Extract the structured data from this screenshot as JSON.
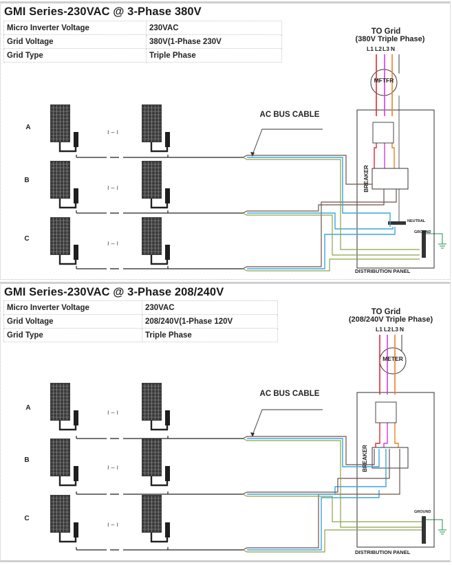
{
  "sections": [
    {
      "title": "GMI Series-230VAC @ 3-Phase 380V",
      "specs": [
        {
          "label": "Micro Inverter Voltage",
          "value": "230VAC"
        },
        {
          "label": "Grid  Voltage",
          "value": "380V(1-Phase 230V"
        },
        {
          "label": "Grid Type",
          "value": "Triple Phase"
        }
      ],
      "grid_label_line1": "TO Grid",
      "grid_label_line2": "(380V Triple Phase)",
      "phases": [
        "L1",
        "L2",
        "L3",
        "N"
      ],
      "meter_label": "MFTFR",
      "breaker_label": "BREAKER",
      "neutral_label": "NEUTRAL",
      "ground_label": "GROUND",
      "panel_label": "DISTRIBUTION PANEL",
      "bus_label": "AC BUS CABLE",
      "branches": [
        "A",
        "B",
        "C"
      ],
      "break_symbol": "≀ – ≀"
    },
    {
      "title": "GMI Series-230VAC @ 3-Phase 208/240V",
      "specs": [
        {
          "label": "Micro Inverter Voltage",
          "value": "230VAC"
        },
        {
          "label": "Grid  Voltage",
          "value": "208/240V(1-Phase 120V"
        },
        {
          "label": "Grid Type",
          "value": "Triple Phase"
        }
      ],
      "grid_label_line1": "TO Grid",
      "grid_label_line2": "(208/240V Triple Phase)",
      "phases": [
        "L1",
        "L2",
        "L3",
        "N"
      ],
      "meter_label": "METER",
      "breaker_label": "BREAKER",
      "ground_label": "GROUND",
      "panel_label": "DISTRIBUTION PANEL",
      "bus_label": "AC BUS CABLE",
      "branches": [
        "A",
        "B",
        "C"
      ],
      "break_symbol": "≀ – ≀"
    }
  ],
  "colors": {
    "L1": "#e0282e",
    "L2": "#d63ad6",
    "L3": "#f07f1e",
    "neutral": "#5a5a5a",
    "bus_brown": "#6b5148",
    "bus_blue": "#3aa6dc",
    "bus_green": "#8aa24a",
    "ground": "#1f8f4e",
    "panel": "#2d2d2d"
  }
}
